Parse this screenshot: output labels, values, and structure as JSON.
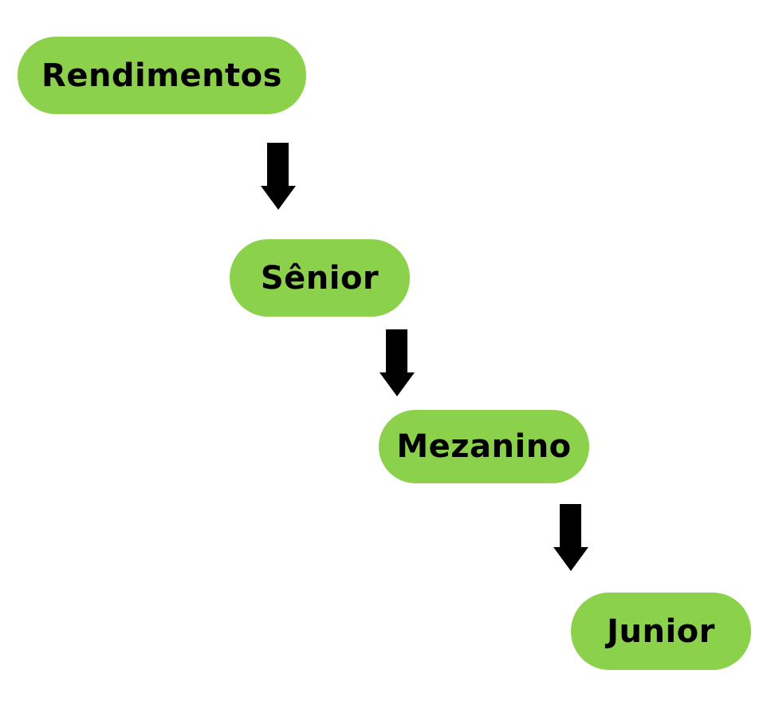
{
  "colors": {
    "node_fill": "#8cd14c",
    "arrow": "#000000",
    "text": "#000000"
  },
  "nodes": [
    {
      "label": "Rendimentos"
    },
    {
      "label": "Sênior"
    },
    {
      "label": "Mezanino"
    },
    {
      "label": "Junior"
    }
  ],
  "arrows": [
    {
      "icon": "arrow-down-icon"
    },
    {
      "icon": "arrow-down-icon"
    },
    {
      "icon": "arrow-down-icon"
    }
  ]
}
